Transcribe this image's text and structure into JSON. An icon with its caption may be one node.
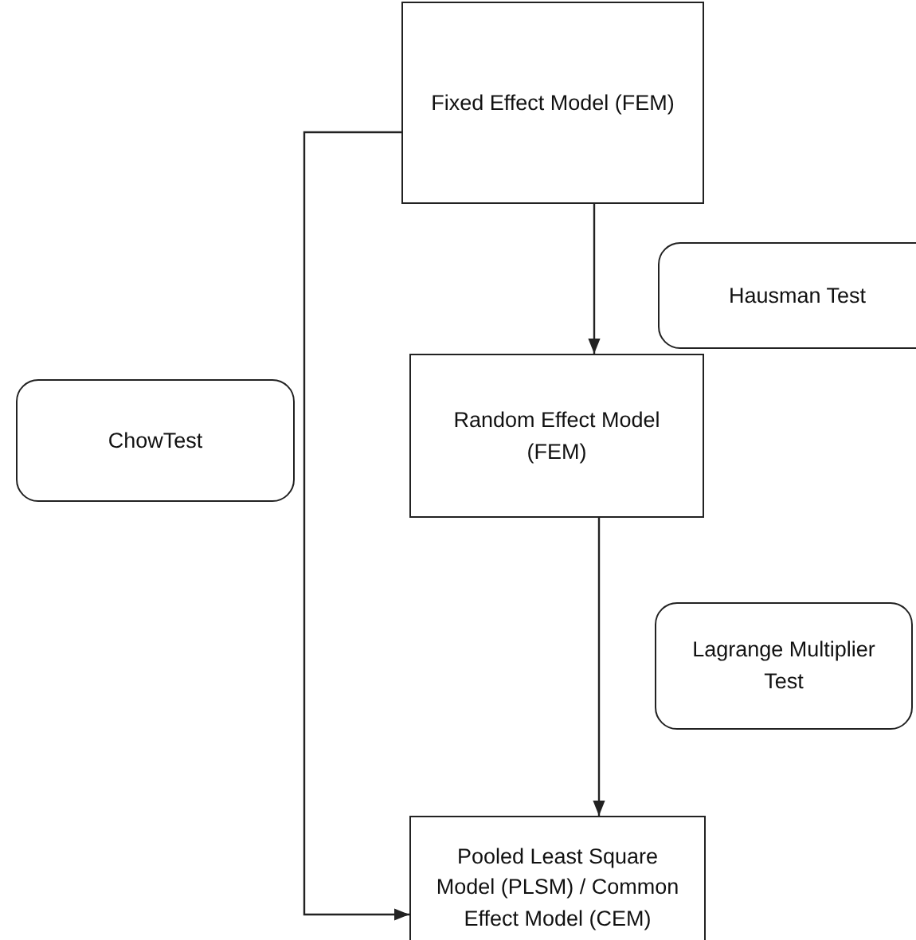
{
  "diagram": {
    "nodes": [
      {
        "text": [
          "Fixed Effect Model (FEM)"
        ]
      },
      {
        "text": [
          "Hausman Test"
        ]
      },
      {
        "text": [
          "ChowTest"
        ]
      },
      {
        "text": [
          "Random Effect Model (FEM)"
        ]
      },
      {
        "text": [
          "Lagrange Multiplier Test"
        ]
      },
      {
        "text": [
          "Pooled Least Square Model (PLSM) / Common Effect Model (CEM)"
        ]
      }
    ],
    "edges": [
      {
        "from": 0,
        "to": 3,
        "arrow": "to"
      },
      {
        "from": 3,
        "to": 5,
        "arrow": "to"
      },
      {
        "from": 0,
        "to": 5,
        "arrow": "to"
      }
    ]
  }
}
